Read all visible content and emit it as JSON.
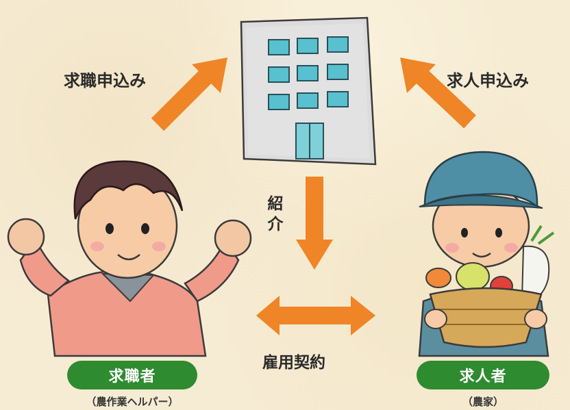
{
  "diagram": {
    "labels": {
      "job_application": "求職申込み",
      "job_offer_application": "求人申込み",
      "introduction": "紹介",
      "employment_contract": "雇用契約"
    },
    "roles": {
      "seeker": {
        "title": "求職者",
        "subtitle": "（農作業ヘルパー）"
      },
      "employer": {
        "title": "求人者",
        "subtitle": "（農家）"
      }
    },
    "colors": {
      "arrow": "#ef8526",
      "pill": "#2e8b2f",
      "background": "#f6ecd4"
    }
  }
}
